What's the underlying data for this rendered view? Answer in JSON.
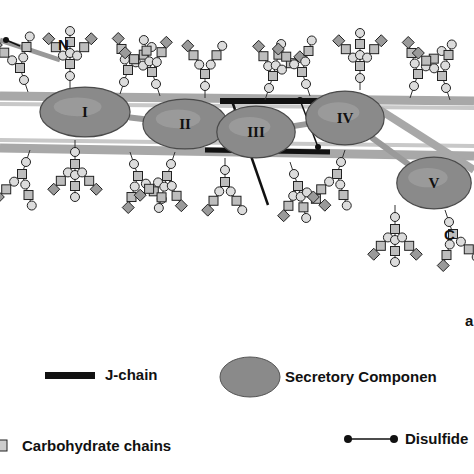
{
  "diagram": {
    "nodes": [
      {
        "text": [
          "I"
        ]
      },
      {
        "text": [
          "II"
        ]
      },
      {
        "text": [
          "III"
        ]
      },
      {
        "text": [
          "IV"
        ]
      },
      {
        "text": [
          "V"
        ]
      }
    ],
    "edges": [
      {
        "from": 0,
        "to": 1,
        "arrow": "none"
      },
      {
        "from": 1,
        "to": 2,
        "arrow": "none"
      },
      {
        "from": 2,
        "to": 3,
        "arrow": "none"
      },
      {
        "from": 3,
        "to": 4,
        "arrow": "none"
      }
    ],
    "labels": [
      "N",
      "C",
      "a"
    ],
    "legend": [
      {
        "text": "J-chain"
      },
      {
        "text": "Secretory Componen"
      },
      {
        "text": "Carbohydrate chains"
      },
      {
        "text": "Disulfide"
      }
    ]
  }
}
